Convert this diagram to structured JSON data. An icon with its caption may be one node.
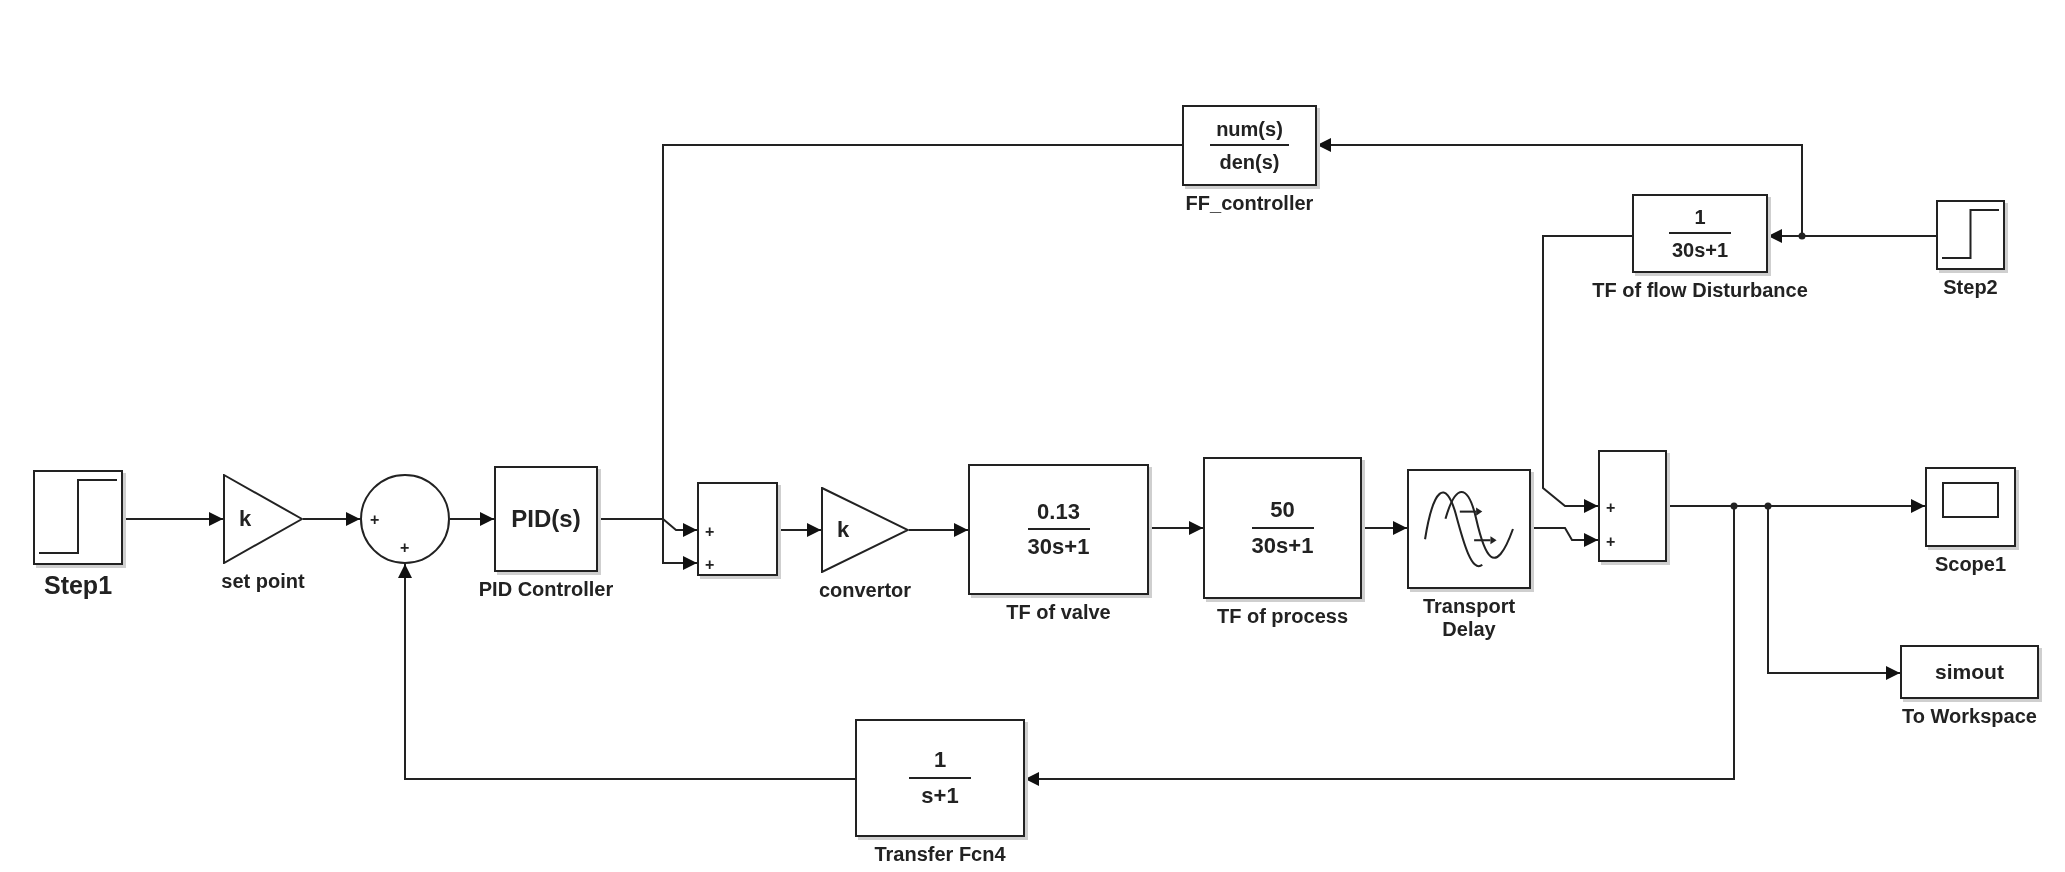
{
  "diagram": {
    "nodes": [
      {
        "text": [
          "Step1"
        ]
      },
      {
        "text": [
          "k",
          "set point"
        ]
      },
      {
        "text": [
          "+",
          "+"
        ]
      },
      {
        "text": [
          "PID(s)",
          "PID Controller"
        ]
      },
      {
        "text": [
          "+",
          "+"
        ]
      },
      {
        "text": [
          "k",
          "convertor"
        ]
      },
      {
        "text": [
          "0.13",
          "30s+1",
          "TF of valve"
        ]
      },
      {
        "text": [
          "50",
          "30s+1",
          "TF of process"
        ]
      },
      {
        "text": [
          "Transport Delay"
        ]
      },
      {
        "text": [
          "+",
          "+"
        ]
      },
      {
        "text": [
          "Scope1"
        ]
      },
      {
        "text": [
          "simout",
          "To Workspace"
        ]
      },
      {
        "text": [
          "1",
          "s+1",
          "Transfer Fcn4"
        ]
      },
      {
        "text": [
          "num(s)",
          "den(s)",
          "FF_controller"
        ]
      },
      {
        "text": [
          "1",
          "30s+1",
          "TF of flow Disturbance"
        ]
      },
      {
        "text": [
          "Step2"
        ]
      }
    ],
    "edges": [
      {
        "from": 0,
        "to": 1,
        "arrow": "to"
      },
      {
        "from": 1,
        "to": 2,
        "arrow": "to"
      },
      {
        "from": 2,
        "to": 3,
        "arrow": "to"
      },
      {
        "from": 3,
        "to": 4,
        "arrow": "to"
      },
      {
        "from": 13,
        "to": 4,
        "arrow": "to"
      },
      {
        "from": 4,
        "to": 5,
        "arrow": "to"
      },
      {
        "from": 5,
        "to": 6,
        "arrow": "to"
      },
      {
        "from": 6,
        "to": 7,
        "arrow": "to"
      },
      {
        "from": 7,
        "to": 8,
        "arrow": "to"
      },
      {
        "from": 8,
        "to": 9,
        "arrow": "to"
      },
      {
        "from": 14,
        "to": 9,
        "arrow": "to"
      },
      {
        "from": 15,
        "to": 14,
        "arrow": "to"
      },
      {
        "from": 15,
        "to": 13,
        "arrow": "to"
      },
      {
        "from": 9,
        "to": 10,
        "arrow": "to"
      },
      {
        "from": 9,
        "to": 12,
        "arrow": "to"
      },
      {
        "from": 9,
        "to": 11,
        "arrow": "to"
      },
      {
        "from": 12,
        "to": 2,
        "arrow": "to"
      }
    ]
  }
}
